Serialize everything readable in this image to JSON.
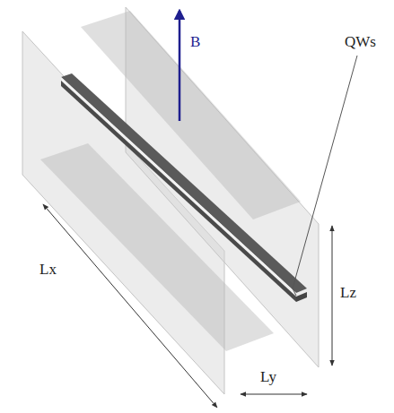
{
  "diagram": {
    "labels": [
      "B",
      "QWs",
      "Lx",
      "Ly",
      "Lz"
    ]
  }
}
